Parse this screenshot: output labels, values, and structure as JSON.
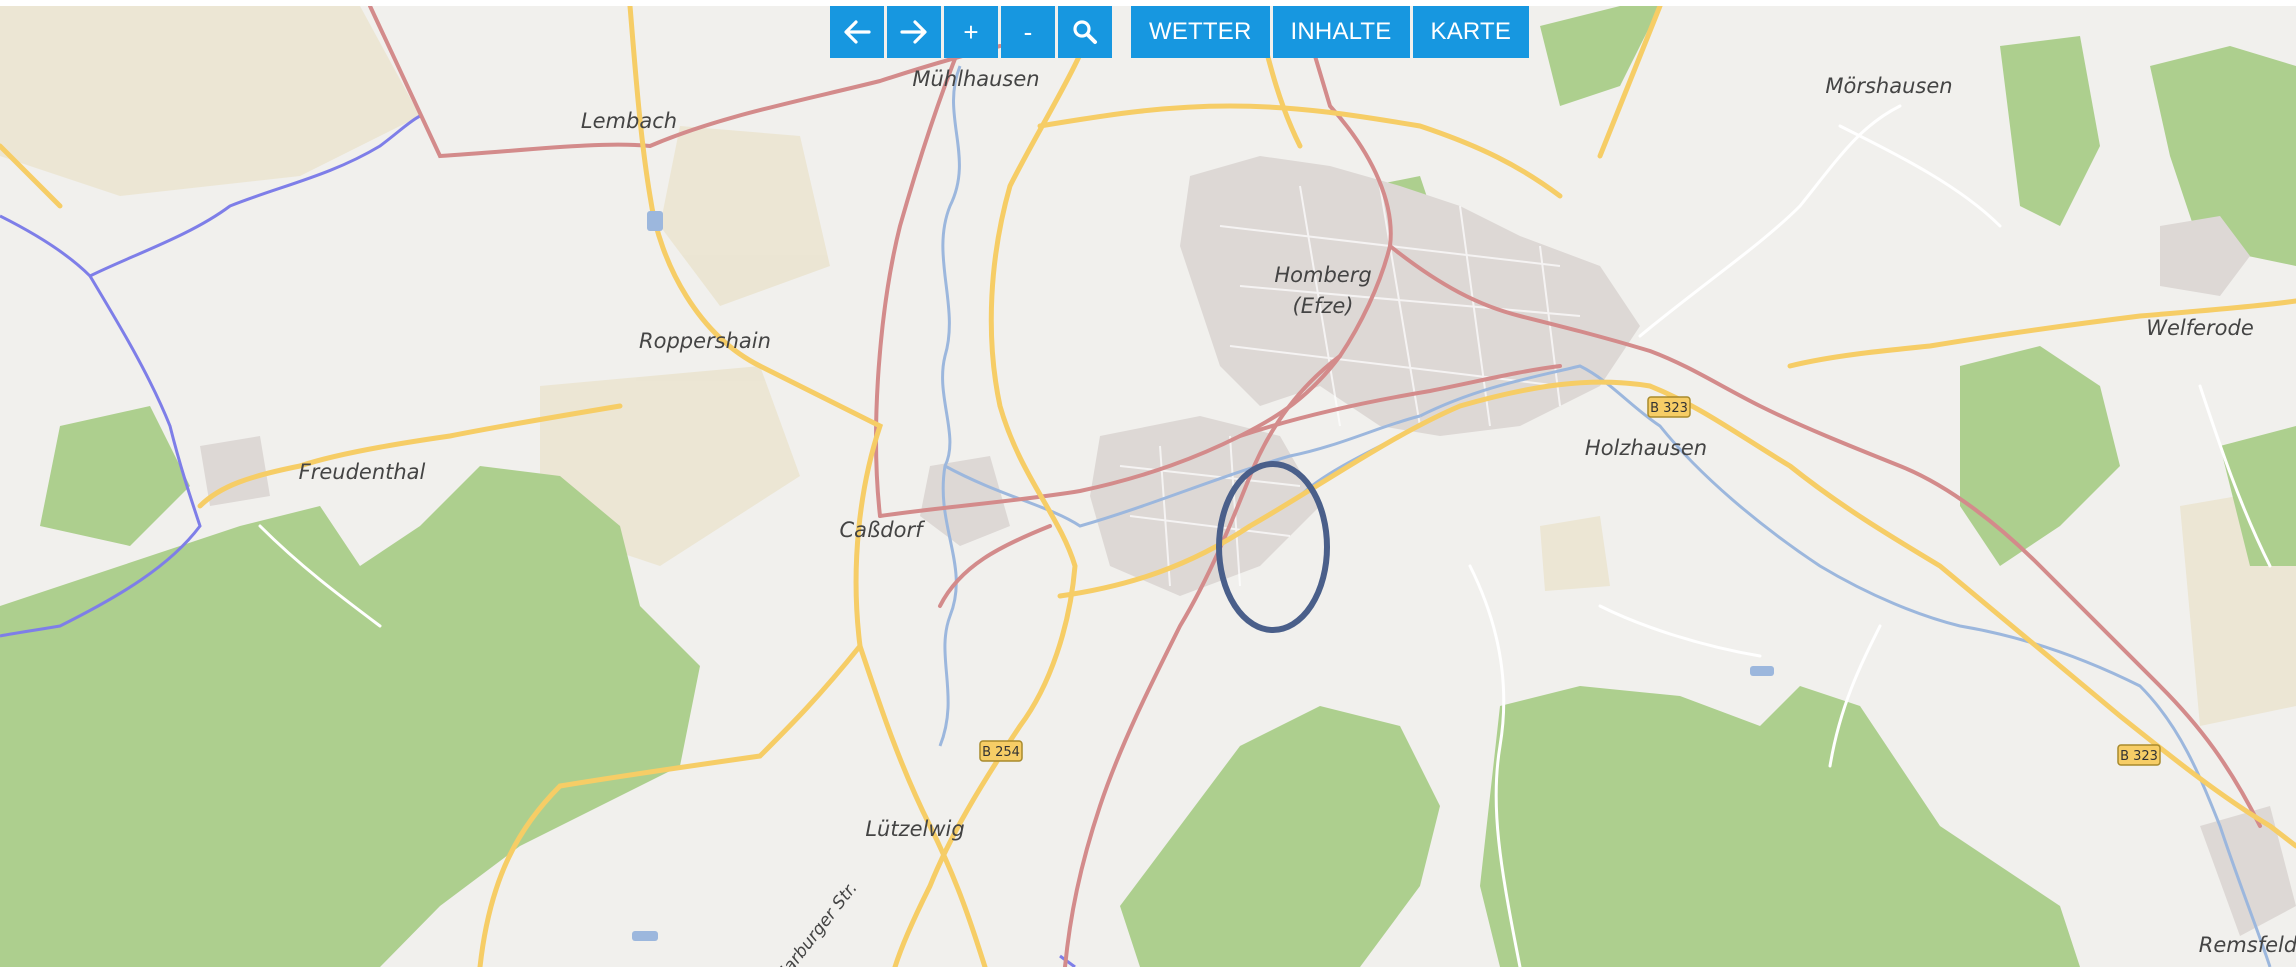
{
  "toolbar": {
    "back_icon": "arrow-left-icon",
    "forward_icon": "arrow-right-icon",
    "zoom_in_label": "+",
    "zoom_out_label": "-",
    "search_icon": "magnifier-icon",
    "weather_label": "WETTER",
    "contents_label": "INHALTE",
    "map_label": "KARTE",
    "button_color": "#1797e0"
  },
  "map": {
    "places": {
      "muehlhausen": "Mühlhausen",
      "lembach": "Lembach",
      "moershausen": "Mörshausen",
      "homberg": "Homberg",
      "efze": "(Efze)",
      "roppershain": "Roppershain",
      "welferode": "Welferode",
      "freudenthal": "Freudenthal",
      "cassdorf": "Caßdorf",
      "holzhausen": "Holzhausen",
      "luetzelwig": "Lützelwig",
      "remsfeld": "Remsfeld"
    },
    "streets": {
      "marburger_str": "Marburger Str."
    },
    "road_shields": {
      "b323_a": "B 323",
      "b323_b": "B 323",
      "b254": "B 254"
    },
    "colors": {
      "background": "#f1f0ed",
      "forest": "#adcf8e",
      "farmland": "#ebe4cf",
      "settlement": "#ddd8d5",
      "primary_road": "#f6cd66",
      "secondary_road": "#d38b8b",
      "river": "#9cb7dd",
      "boundary": "#7e7ee8",
      "highlight_ellipse": "#4a5f8a"
    }
  }
}
